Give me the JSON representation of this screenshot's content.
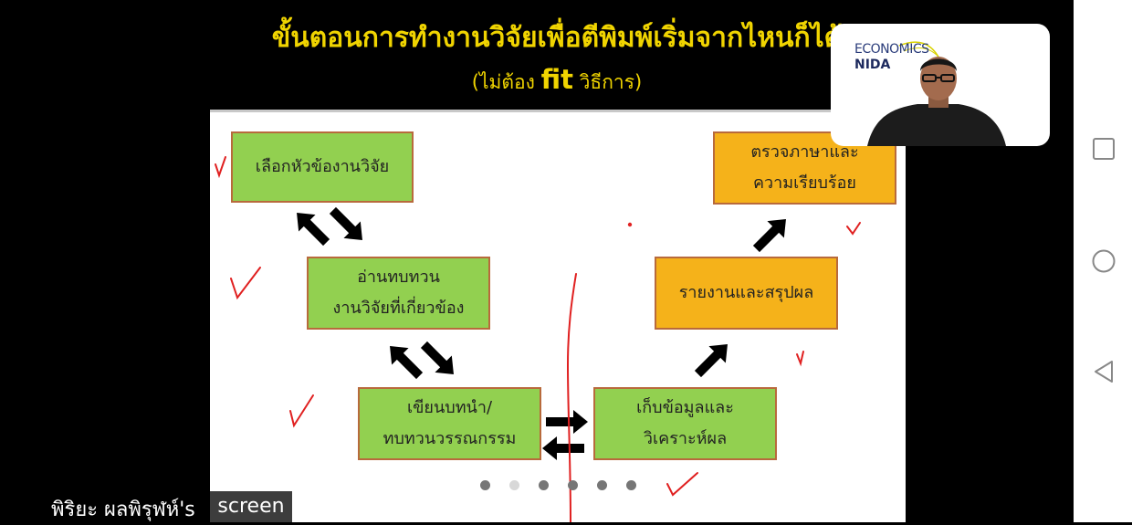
{
  "slide": {
    "title": "ขั้นตอนการทำงานวิจัยเพื่อตีพิมพ์เริ่มจากไหนก็ได้",
    "subtitle_pre": "(ไม่ต้อง ",
    "subtitle_fit": "fit",
    "subtitle_post": " วิธีการ)",
    "boxes": [
      {
        "lines": [
          "เลือกหัวข้องานวิจัย"
        ]
      },
      {
        "lines": [
          "อ่านทบทวน",
          "งานวิจัยที่เกี่ยวข้อง"
        ]
      },
      {
        "lines": [
          "เขียนบทนำ/",
          "ทบทวนวรรณกรรม"
        ]
      },
      {
        "lines": [
          "เก็บข้อมูลและ",
          "วิเคราะห์ผล"
        ]
      },
      {
        "lines": [
          "รายงานและสรุปผล"
        ]
      },
      {
        "lines": [
          "ตรวจภาษาและ",
          "ความเรียบร้อย"
        ]
      }
    ],
    "colors": {
      "green_box": "#92d050",
      "orange_box": "#f5b21a",
      "title": "#f0d400",
      "annotation": "#e02020"
    }
  },
  "webcam": {
    "logo_line1": "ECONOMICS",
    "logo_line2": "NIDA"
  },
  "caption": {
    "presenter": "พิริยะ ผลพิรุฬห์'s",
    "tag": "screen"
  },
  "nav": {
    "square_icon": "recent-apps-icon",
    "circle_icon": "home-icon",
    "triangle_icon": "back-icon"
  }
}
